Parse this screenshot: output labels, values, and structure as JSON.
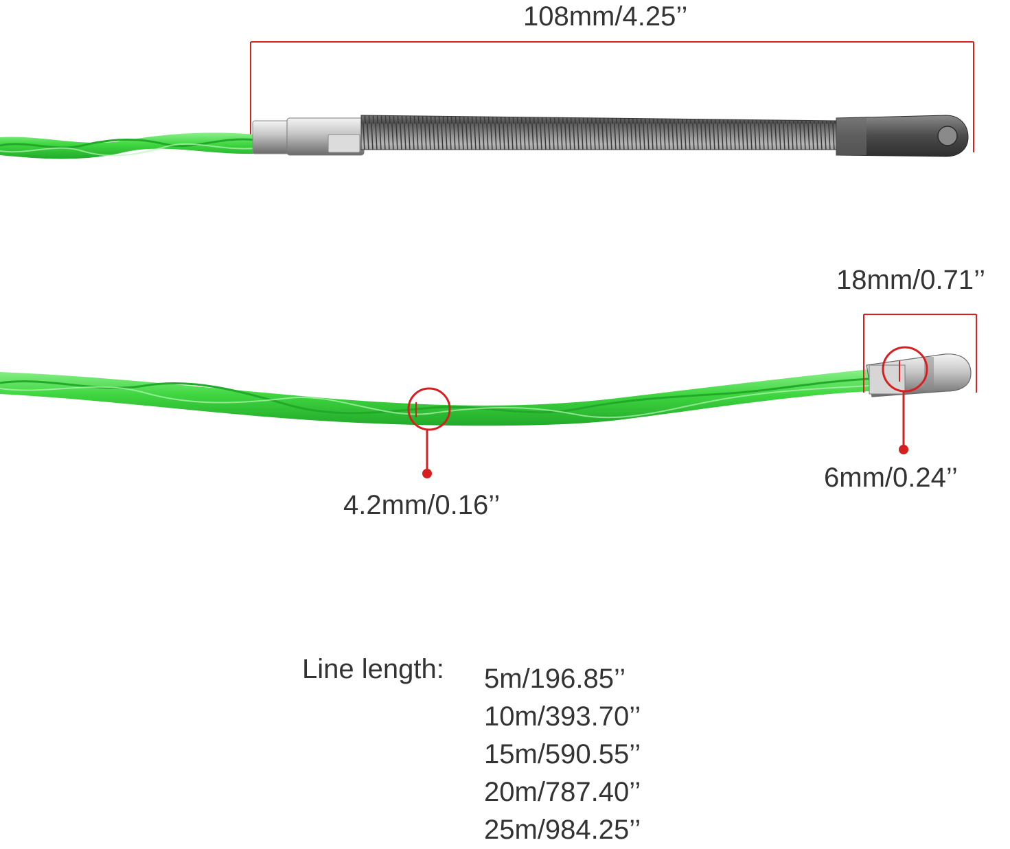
{
  "annotations": {
    "tip_length": "108mm/4.25’’",
    "end_cap_length": "18mm/0.71’’",
    "line_diameter": "4.2mm/0.16’’",
    "end_cap_diameter": "6mm/0.24’’"
  },
  "line_length": {
    "heading": "Line length:",
    "options": [
      "5m/196.85’’",
      "10m/393.70’’",
      "15m/590.55’’",
      "20m/787.40’’",
      "25m/984.25’’"
    ]
  },
  "colors": {
    "line_green": "#3fd640",
    "line_green_dark": "#22a92a",
    "line_green_light": "#8cf08c",
    "annotation_red": "#d81f1f",
    "metal_silver": "#c9c9c9",
    "metal_dark": "#4a4a4a",
    "text": "#333333"
  }
}
